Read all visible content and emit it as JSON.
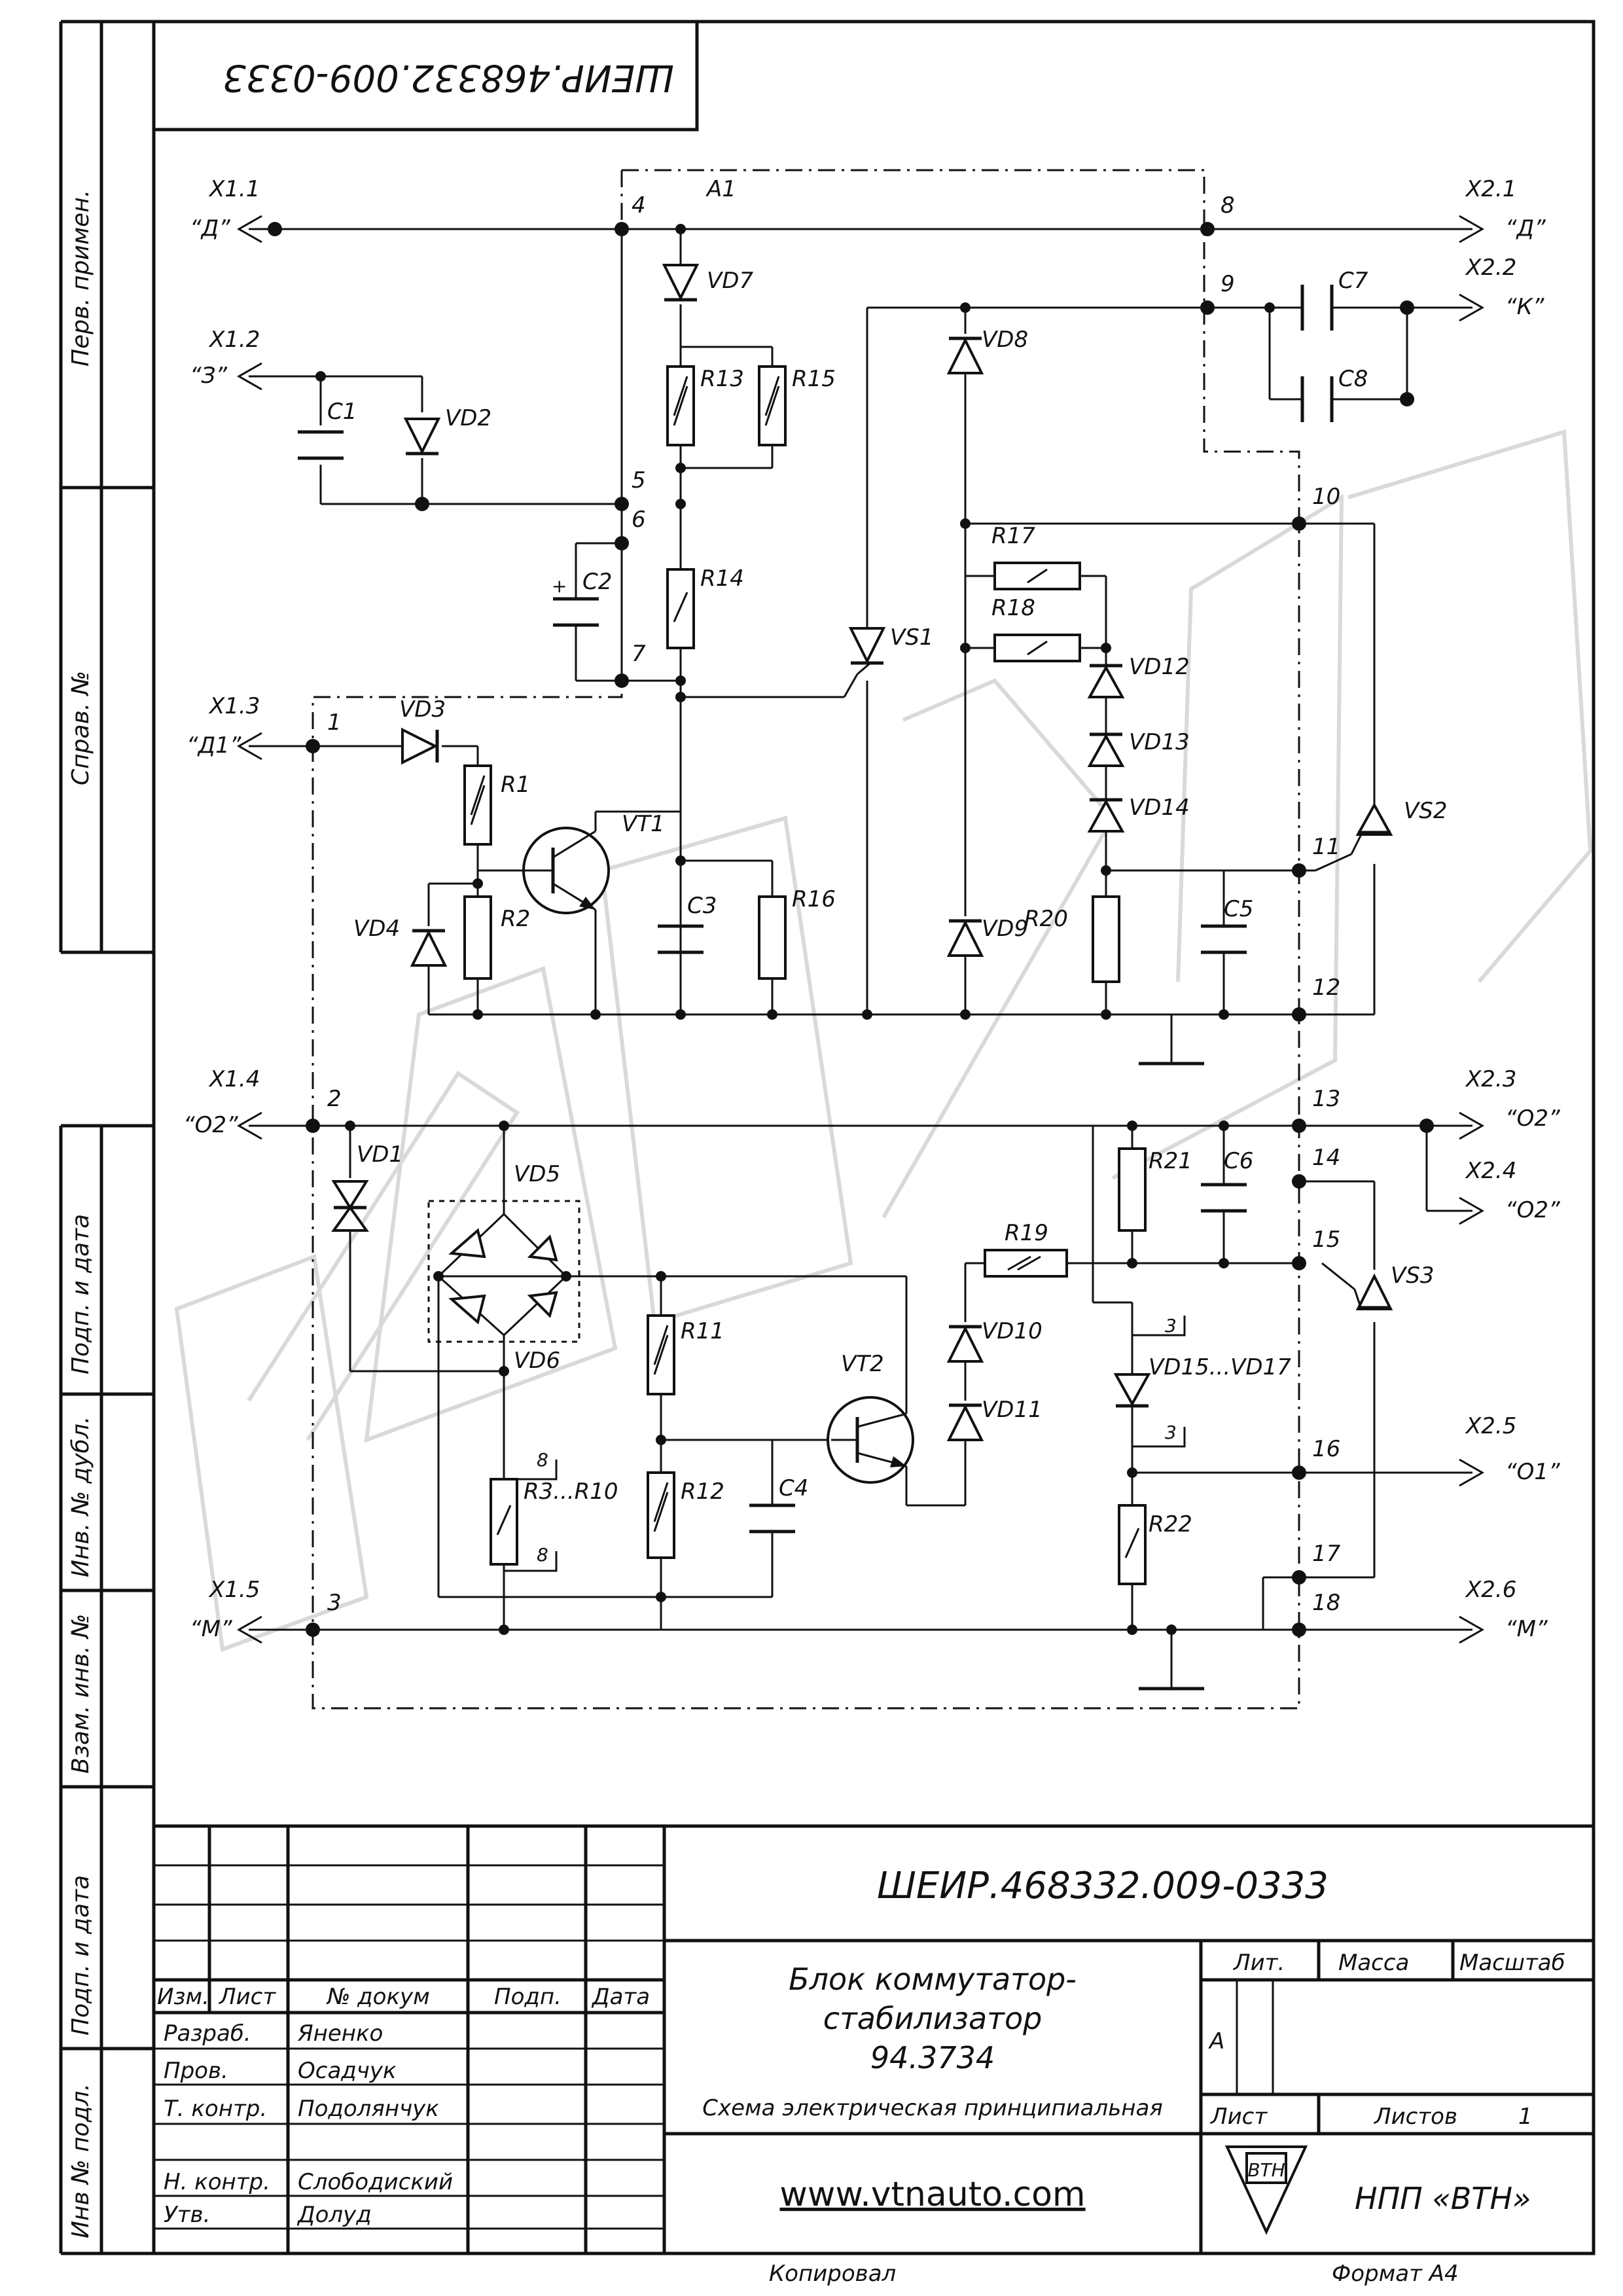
{
  "document": {
    "code": "ШЕИР.468332.009-0333",
    "title_lines": [
      "Блок коммутатор-",
      "стабилизатор",
      "94.3734"
    ],
    "subtitle": "Схема электрическая принципиальная",
    "url": "www.vtnauto.com",
    "company": "НПП «ВТН»",
    "logo_text": "ВТН",
    "watermark_text": "ВТН",
    "copied_label": "Копировал",
    "format_label": "Формат А4"
  },
  "title_block": {
    "revision_headers": [
      "Изм.",
      "Лист",
      "№ докум",
      "Подп.",
      "Дата"
    ],
    "signatures": [
      {
        "role": "Разраб.",
        "name": "Яненко"
      },
      {
        "role": "Пров.",
        "name": "Осадчук"
      },
      {
        "role": "Т. контр.",
        "name": "Подолянчук"
      },
      {
        "role": "",
        "name": ""
      },
      {
        "role": "Н. контр.",
        "name": "Слободиский"
      },
      {
        "role": "Утв.",
        "name": "Долуд"
      }
    ],
    "lit_label": "Лит.",
    "mass_label": "Масса",
    "scale_label": "Масштаб",
    "lit_value": "А",
    "sheet_label": "Лист",
    "sheets_label": "Листов",
    "sheets_value": "1"
  },
  "side_labels": [
    "Перв. примен.",
    "Справ. №",
    "Подп. и дата",
    "Инв. № дубл.",
    "Взам. инв. №",
    "Подп. и дата",
    "Инв № подл."
  ],
  "connectors": {
    "x1_1": "X1.1",
    "x1_1_sig": "“Д”",
    "x1_2": "X1.2",
    "x1_2_sig": "“З”",
    "x1_3": "X1.3",
    "x1_3_sig": "“Д1”",
    "x1_4": "X1.4",
    "x1_4_sig": "“О2”",
    "x1_5": "X1.5",
    "x1_5_sig": "“М”",
    "x2_1": "X2.1",
    "x2_1_sig": "“Д”",
    "x2_2": "X2.2",
    "x2_2_sig": "“К”",
    "x2_3": "X2.3",
    "x2_3_sig": "“О2”",
    "x2_4": "X2.4",
    "x2_4_sig": "“О2”",
    "x2_5": "X2.5",
    "x2_5_sig": "“О1”",
    "x2_6": "X2.6",
    "x2_6_sig": "“М”"
  },
  "pins": [
    "1",
    "2",
    "3",
    "4",
    "5",
    "6",
    "7",
    "8",
    "9",
    "10",
    "11",
    "12",
    "13",
    "14",
    "15",
    "16",
    "17",
    "18"
  ],
  "components": {
    "a1": "A1",
    "vd1": "VD1",
    "vd2": "VD2",
    "vd3": "VD3",
    "vd4": "VD4",
    "vd5": "VD5",
    "vd6": "VD6",
    "vd7": "VD7",
    "vd8": "VD8",
    "vd9": "VD9",
    "vd10": "VD10",
    "vd11": "VD11",
    "vd12": "VD12",
    "vd13": "VD13",
    "vd14": "VD14",
    "vd15_17": "VD15...VD17",
    "vs1": "VS1",
    "vs2": "VS2",
    "vs3": "VS3",
    "vt1": "VT1",
    "vt2": "VT2",
    "r1": "R1",
    "r2": "R2",
    "r3_10": "R3...R10",
    "r11": "R11",
    "r12": "R12",
    "r13": "R13",
    "r14": "R14",
    "r15": "R15",
    "r16": "R16",
    "r17": "R17",
    "r18": "R18",
    "r19": "R19",
    "r20": "R20",
    "r21": "R21",
    "r22": "R22",
    "c1": "C1",
    "c2": "C2",
    "c3": "C3",
    "c4": "C4",
    "c5": "C5",
    "c6": "C6",
    "c7": "C7",
    "c8": "C8",
    "c2_plus": "+",
    "mult_3": "3",
    "mult_8": "8"
  }
}
